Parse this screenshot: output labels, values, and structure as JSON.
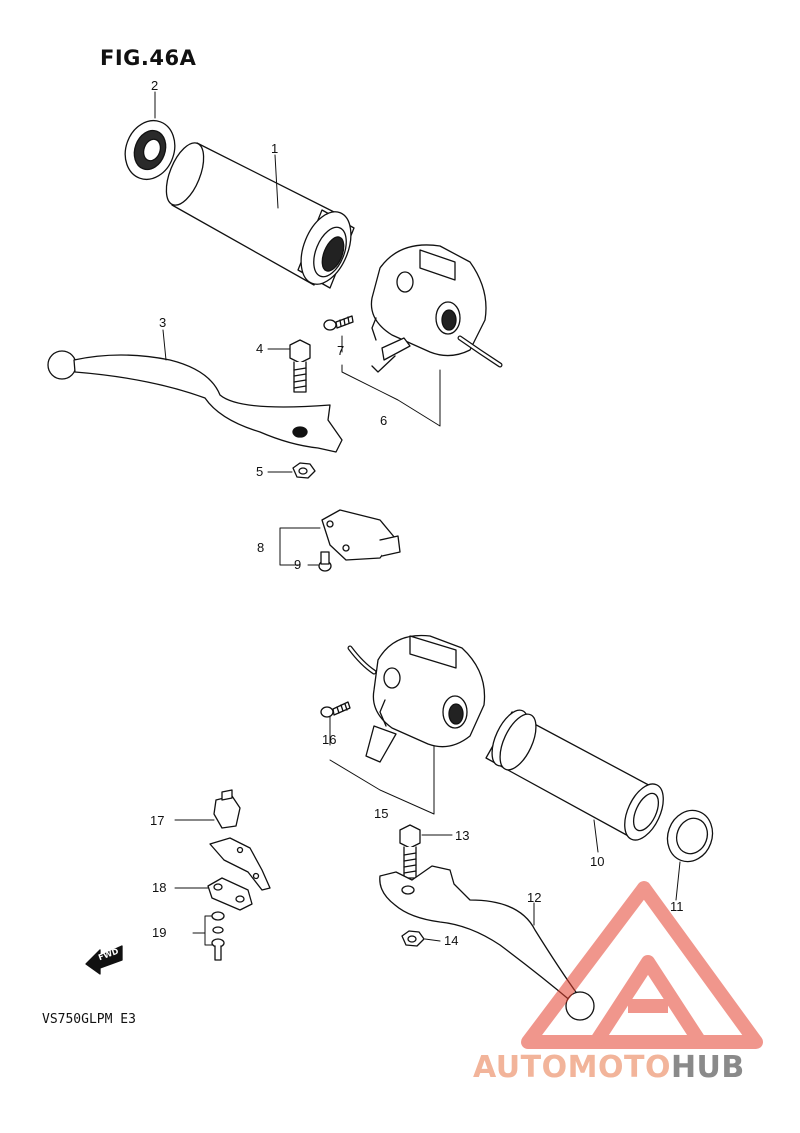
{
  "figure": {
    "title": "FIG.46A",
    "model_code": "VS750GLPM E3"
  },
  "callouts": [
    "1",
    "2",
    "3",
    "4",
    "5",
    "6",
    "7",
    "8",
    "9",
    "10",
    "11",
    "12",
    "13",
    "14",
    "15",
    "16",
    "17",
    "18",
    "19"
  ],
  "fwd_arrow_label": "FWD",
  "watermark": {
    "part_a": "AUTOMOTO",
    "part_b": "HUB",
    "color_a": "#f2b49a",
    "color_b": "#8a8a8a",
    "logo_color": "#e4412f"
  }
}
